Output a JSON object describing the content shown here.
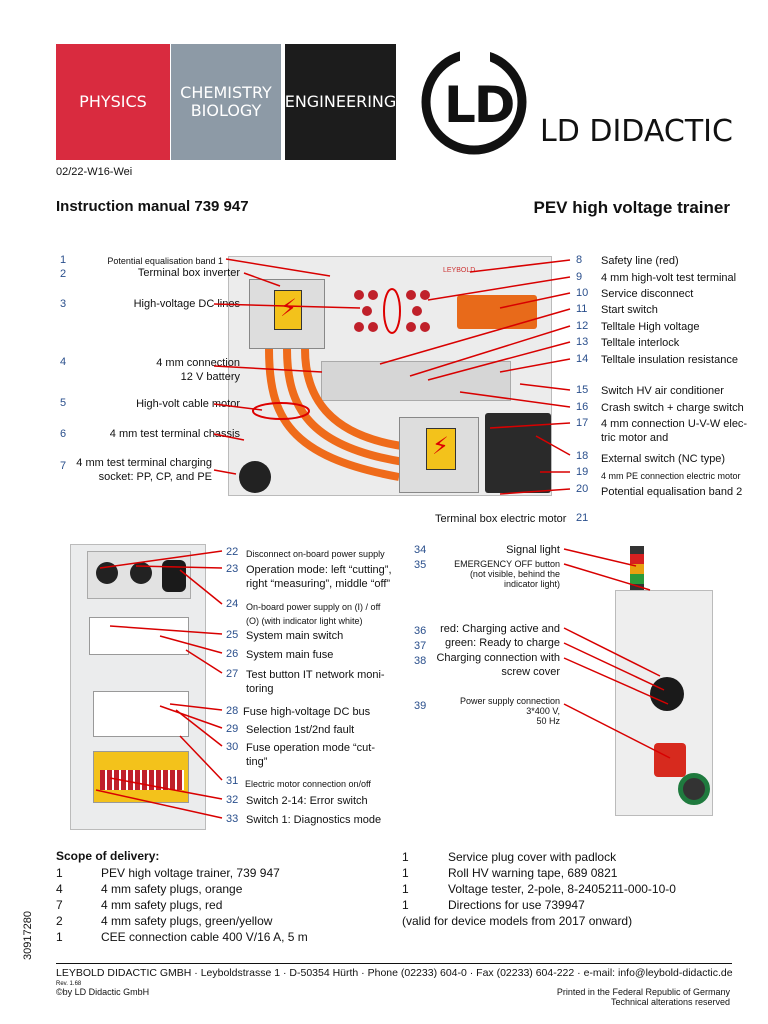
{
  "header": {
    "tiles": [
      {
        "label": "PHYSICS",
        "color": "#d92b3f"
      },
      {
        "label": "CHEMISTRY\nBIOLOGY",
        "color": "#8d9aa6"
      },
      {
        "label": "ENGINEERING",
        "color": "#1c1c1c"
      }
    ],
    "logo_text": "LD DIDACTIC",
    "logo_mark": "LD"
  },
  "doc_code": "02/22-W16-Wei",
  "title_left": "Instruction manual 739 947",
  "title_right": "PEV high voltage trainer",
  "panel_top": {
    "brand": "LEYBOLD",
    "left_labels": [
      {
        "num": "1",
        "text": "Potential equalisation band 1",
        "tiny": true
      },
      {
        "num": "2",
        "text": "Terminal box inverter"
      },
      {
        "num": "3",
        "text": "High-voltage DC lines"
      },
      {
        "num": "4",
        "text": "4 mm connection\n12 V battery"
      },
      {
        "num": "5",
        "text": "High-volt cable motor"
      },
      {
        "num": "6",
        "text": "4 mm test terminal chassis"
      },
      {
        "num": "7",
        "text": "4 mm test terminal charging\nsocket: PP, CP, and PE"
      }
    ],
    "right_labels": [
      {
        "num": "8",
        "text": "Safety line (red)"
      },
      {
        "num": "9",
        "text": "4 mm high-volt test terminal"
      },
      {
        "num": "10",
        "text": "Service disconnect"
      },
      {
        "num": "11",
        "text": "Start switch"
      },
      {
        "num": "12",
        "text": "Telltale High voltage"
      },
      {
        "num": "13",
        "text": "Telltale interlock"
      },
      {
        "num": "14",
        "text": "Telltale insulation resistance"
      },
      {
        "num": "15",
        "text": "Switch HV air conditioner"
      },
      {
        "num": "16",
        "text": "Crash switch + charge switch"
      },
      {
        "num": "17",
        "text": "4 mm connection U-V-W elec-\ntric motor and"
      },
      {
        "num": "18",
        "text": "External switch (NC type)"
      },
      {
        "num": "19",
        "text": "4 mm PE connection electric motor",
        "tiny": true
      },
      {
        "num": "20",
        "text": "Potential equalisation band 2"
      }
    ],
    "bottom_label": {
      "num": "21",
      "text": "Terminal box electric motor"
    }
  },
  "panel_cabinet": {
    "labels": [
      {
        "num": "22",
        "text": "Disconnect on-board power supply",
        "tiny": true
      },
      {
        "num": "23",
        "text": "Operation mode: left “cutting”,\nright “measuring”, middle “off”"
      },
      {
        "num": "24",
        "text": "On-board power supply on (I) / off\n(O) (with indicator light white)",
        "tiny": true
      },
      {
        "num": "25",
        "text": "System main switch"
      },
      {
        "num": "26",
        "text": "System main fuse"
      },
      {
        "num": "27",
        "text": "Test button IT network moni-\ntoring"
      },
      {
        "num": "28",
        "text": "Fuse high-voltage DC bus"
      },
      {
        "num": "29",
        "text": "Selection 1st/2nd fault"
      },
      {
        "num": "30",
        "text": " Fuse operation mode “cut-\nting”"
      },
      {
        "num": "31",
        "text": "Electric motor connection on/off",
        "tiny": true
      },
      {
        "num": "32",
        "text": "Switch 2-14: Error switch"
      },
      {
        "num": "33",
        "text": "Switch 1: Diagnostics mode"
      }
    ]
  },
  "panel_side": {
    "labels": [
      {
        "num": "34",
        "text": "Signal light"
      },
      {
        "num": "35",
        "text": "EMERGENCY OFF button\n(not visible, behind the\nindicator light)",
        "tiny": true
      },
      {
        "num": "36",
        "text": "red: Charging active and"
      },
      {
        "num": "37",
        "text": "green: Ready to charge"
      },
      {
        "num": "38",
        "text": "Charging connection with\nscrew cover"
      },
      {
        "num": "39",
        "text": "Power supply connection\n3*400 V,\n50 Hz",
        "tiny": true
      }
    ]
  },
  "scope": {
    "heading": "Scope of delivery:",
    "left": [
      {
        "qty": "1",
        "item": "PEV high voltage trainer, 739 947"
      },
      {
        "qty": "4",
        "item": "4 mm safety plugs, orange"
      },
      {
        "qty": "7",
        "item": "4 mm safety plugs, red"
      },
      {
        "qty": "2",
        "item": "4 mm safety plugs, green/yellow"
      },
      {
        "qty": "1",
        "item": "CEE connection cable 400 V/16 A, 5 m"
      }
    ],
    "right": [
      {
        "qty": "1",
        "item": "Service plug cover with padlock"
      },
      {
        "qty": "1",
        "item": "Roll HV warning tape, 689 0821"
      },
      {
        "qty": "1",
        "item": "Voltage tester, 2-pole, 8-2405211-000-10-0"
      },
      {
        "qty": "1",
        "item": "Directions for use 739947"
      }
    ],
    "note": "(valid for device models from 2017 onward)"
  },
  "side_code": "30917280",
  "footer": {
    "address": "LEYBOLD DIDACTIC GMBH · Leyboldstrasse 1 · D-50354 Hürth · Phone (02233) 604-0 · Fax (02233) 604-222 · e-mail: info@leybold-didactic.de",
    "rev": "Rev. 1.68",
    "copyright": "©by LD Didactic GmbH",
    "printed": "Printed in the Federal Republic of Germany",
    "alterations": "Technical alterations reserved"
  }
}
